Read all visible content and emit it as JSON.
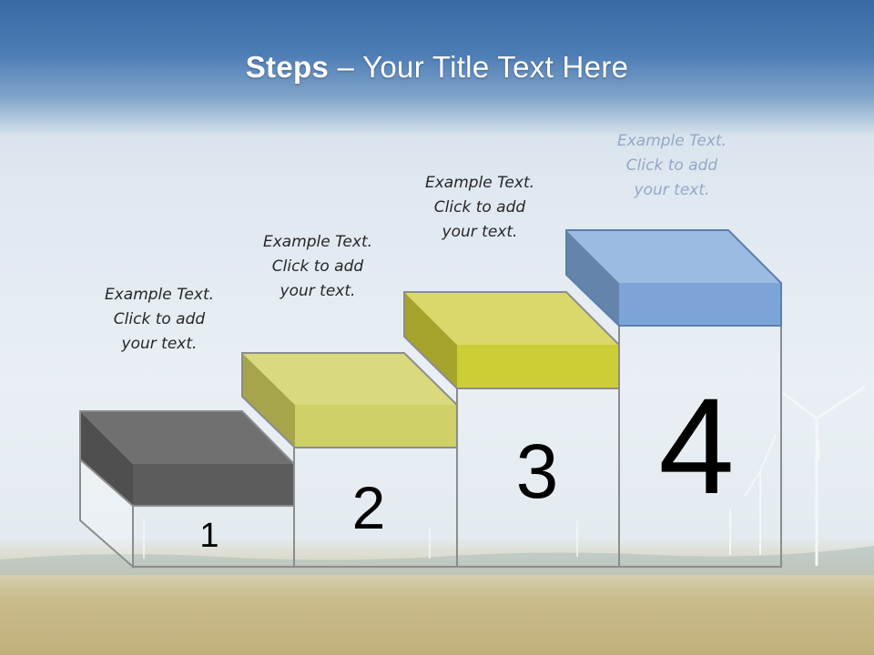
{
  "title": {
    "bold": "Steps",
    "rest": " – Your Title Text Here"
  },
  "steps": [
    {
      "number": "1",
      "text": "Example Text.\nClick  to add\nyour text.",
      "color": "#5f5f5f"
    },
    {
      "number": "2",
      "text": "Example Text.\nClick  to add\nyour text.",
      "color": "#cfd06a"
    },
    {
      "number": "3",
      "text": "Example Text.\nClick  to add\nyour text.",
      "color": "#c9c83a"
    },
    {
      "number": "4",
      "text": "Example Text.\nClick  to add\nyour text.",
      "color": "#7fa5d6"
    }
  ]
}
